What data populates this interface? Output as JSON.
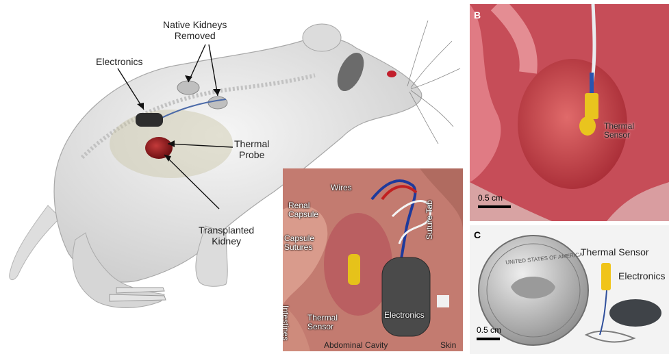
{
  "panel_a": {
    "labels": {
      "native_kidneys_removed": "Native Kidneys\nRemoved",
      "electronics": "Electronics",
      "thermal_probe": "Thermal\nProbe",
      "transplanted_kidney": "Transplanted\nKidney"
    },
    "inset_labels": {
      "wires": "Wires",
      "renal_capsule": "Renal\nCapsule",
      "capsule_sutures": "Capsule\nSutures",
      "suture_tab": "Suture Tab",
      "intestines": "Intestines",
      "thermal_sensor": "Thermal\nSensor",
      "electronics": "Electronics",
      "abdominal_cavity": "Abdominal Cavity",
      "skin": "Skin"
    }
  },
  "panel_b": {
    "letter": "B",
    "thermal_sensor": "Thermal\nSensor",
    "scale": "0.5 cm"
  },
  "panel_c": {
    "letter": "C",
    "thermal_sensor": "Thermal Sensor",
    "electronics": "Electronics",
    "scale": "0.5 cm",
    "coin_text": "UNITED STATES OF AMERICA"
  },
  "colors": {
    "tissue": "#c8505a",
    "kidney": "#9a1e22",
    "sensor": "#e6c21a",
    "rat_body": "#e9e9e9"
  }
}
